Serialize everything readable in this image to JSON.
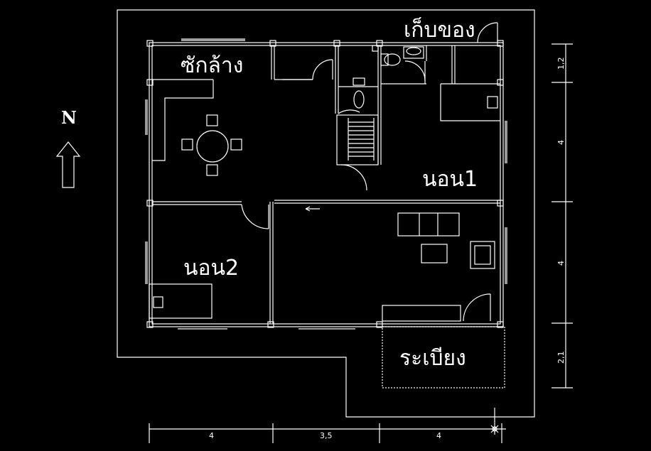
{
  "rooms": {
    "storage": "เก็บของ",
    "laundry": "ซักล้าง",
    "bedroom1": "นอน1",
    "bedroom2": "นอน2",
    "veranda": "ระเบียง"
  },
  "north": {
    "label": "N"
  },
  "dimensions": {
    "bottom": [
      "4",
      "3,5",
      "4"
    ],
    "right": [
      "1,2",
      "4",
      "4",
      "2,1"
    ]
  },
  "colors": {
    "background": "#000000",
    "lines": "#ffffff"
  }
}
